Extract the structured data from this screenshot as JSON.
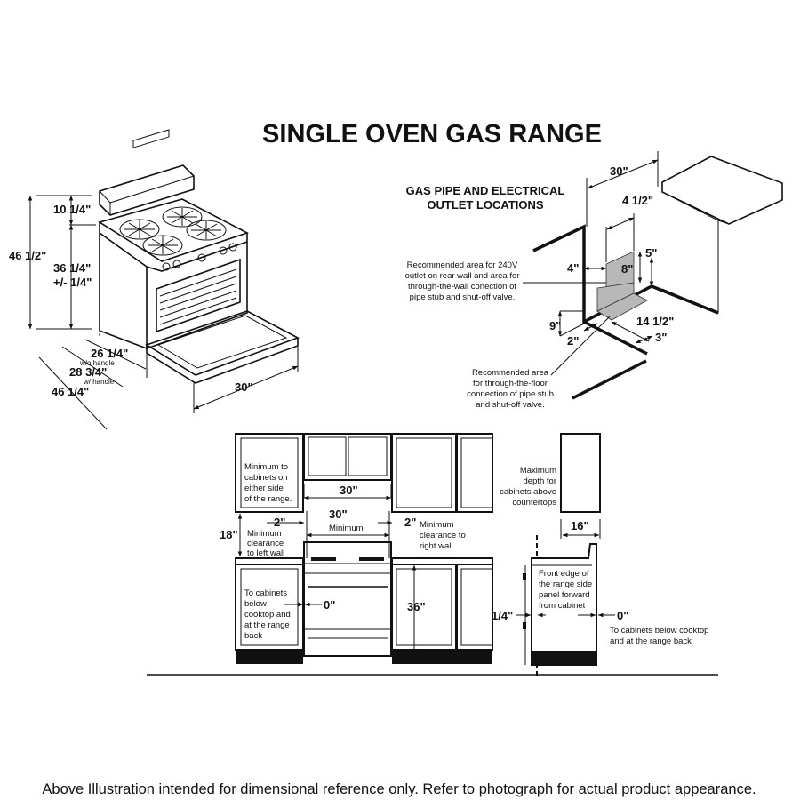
{
  "title": "SINGLE OVEN GAS RANGE",
  "range": {
    "dims": {
      "height_total": "46 1/2\"",
      "backguard": "10 1/4\"",
      "cooktop_height": "36 1/4\"",
      "cooktop_tol": "+/- 1/4\"",
      "depth_wo_handle": "26 1/4\"",
      "depth_wo_handle_note": "w/o handle",
      "depth_w_handle": "28 3/4\"",
      "depth_w_handle_note": "w/ handle",
      "depth_door_open": "46 1/4\"",
      "width": "30\""
    }
  },
  "gas": {
    "heading_line1": "GAS PIPE AND ELECTRICAL",
    "heading_line2": "OUTLET LOCATIONS",
    "width": "30\"",
    "d_4_1_2": "4 1/2\"",
    "d_5": "5\"",
    "d_8": "8\"",
    "d_4": "4\"",
    "d_9": "9\"",
    "d_2": "2\"",
    "d_14_1_2": "14 1/2\"",
    "d_3": "3\"",
    "wall_note": [
      "Recommended area for 240V",
      "outlet on rear wall and area for",
      "through-the-wall conection of",
      "pipe stub and shut-off valve."
    ],
    "floor_note": [
      "Recommended area",
      "for through-the-floor",
      "connection of pipe stub",
      "and shut-off valve."
    ]
  },
  "install": {
    "upper_note": [
      "Minimum to",
      "cabinets on",
      "either side",
      "of the range."
    ],
    "upper_gap": "30\"",
    "min_width": "30\"",
    "min_width_label": "Minimum",
    "left_gap": "2\"",
    "left_note": [
      "Minimum",
      "clearance",
      "to left wall"
    ],
    "right_gap": "2\"",
    "right_note": [
      "Minimum",
      "clearance to",
      "right wall"
    ],
    "upper_height": "18\"",
    "counter_height": "36\"",
    "lower_gap": "0\"",
    "lower_note": [
      "To cabinets",
      "below",
      "cooktop and",
      "at the range",
      "back"
    ]
  },
  "side": {
    "max_depth_note": [
      "Maximum",
      "depth for",
      "cabinets above",
      "countertops"
    ],
    "max_depth": "16\"",
    "front_note": [
      "Front edge of",
      "the range side",
      "panel forward",
      "from cabinet"
    ],
    "front_gap": "1/4\"",
    "back_gap": "0\"",
    "back_note": [
      "To cabinets below cooktop",
      "and at the range back"
    ]
  },
  "footer": "Above Illustration intended for dimensional reference only. Refer to photograph for actual product appearance."
}
